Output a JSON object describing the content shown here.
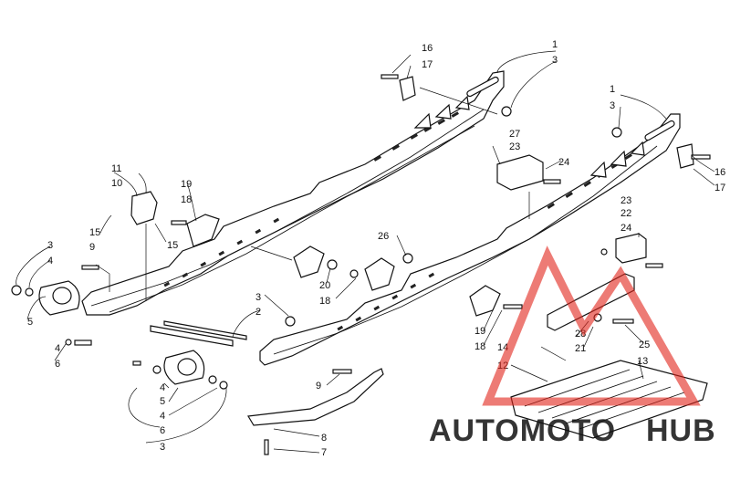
{
  "callouts": [
    {
      "id": "c16a",
      "text": "16"
    },
    {
      "id": "c17a",
      "text": "17"
    },
    {
      "id": "c1a",
      "text": "1"
    },
    {
      "id": "c3a",
      "text": "3"
    },
    {
      "id": "c1b",
      "text": "1"
    },
    {
      "id": "c3b",
      "text": "3"
    },
    {
      "id": "c27",
      "text": "27"
    },
    {
      "id": "c23a",
      "text": "23"
    },
    {
      "id": "c24a",
      "text": "24"
    },
    {
      "id": "c16b",
      "text": "16"
    },
    {
      "id": "c17b",
      "text": "17"
    },
    {
      "id": "c11",
      "text": "11"
    },
    {
      "id": "c10",
      "text": "10"
    },
    {
      "id": "c19a",
      "text": "19"
    },
    {
      "id": "c18a",
      "text": "18"
    },
    {
      "id": "c15a",
      "text": "15"
    },
    {
      "id": "c9a",
      "text": "9"
    },
    {
      "id": "c15b",
      "text": "15"
    },
    {
      "id": "c23b",
      "text": "23"
    },
    {
      "id": "c22",
      "text": "22"
    },
    {
      "id": "c24b",
      "text": "24"
    },
    {
      "id": "c3c",
      "text": "3"
    },
    {
      "id": "c4a",
      "text": "4"
    },
    {
      "id": "c26",
      "text": "26"
    },
    {
      "id": "c20",
      "text": "20"
    },
    {
      "id": "c18b",
      "text": "18"
    },
    {
      "id": "c5a",
      "text": "5"
    },
    {
      "id": "c3d",
      "text": "3"
    },
    {
      "id": "c2",
      "text": "2"
    },
    {
      "id": "c19b",
      "text": "19"
    },
    {
      "id": "c18c",
      "text": "18"
    },
    {
      "id": "c28",
      "text": "28"
    },
    {
      "id": "c21",
      "text": "21"
    },
    {
      "id": "c25",
      "text": "25"
    },
    {
      "id": "c4b",
      "text": "4"
    },
    {
      "id": "c6a",
      "text": "6"
    },
    {
      "id": "c14",
      "text": "14"
    },
    {
      "id": "c12",
      "text": "12"
    },
    {
      "id": "c13",
      "text": "13"
    },
    {
      "id": "c4c",
      "text": "4"
    },
    {
      "id": "c5b",
      "text": "5"
    },
    {
      "id": "c4d",
      "text": "4"
    },
    {
      "id": "c9b",
      "text": "9"
    },
    {
      "id": "c6b",
      "text": "6"
    },
    {
      "id": "c3e",
      "text": "3"
    },
    {
      "id": "c8",
      "text": "8"
    },
    {
      "id": "c7",
      "text": "7"
    }
  ],
  "watermark": {
    "text_orange": "AUTOMOTO",
    "text_gray": "HUB",
    "color_red": "#e2231a",
    "color_orange": "#f5a623",
    "color_gray": "#8a8a8a"
  }
}
